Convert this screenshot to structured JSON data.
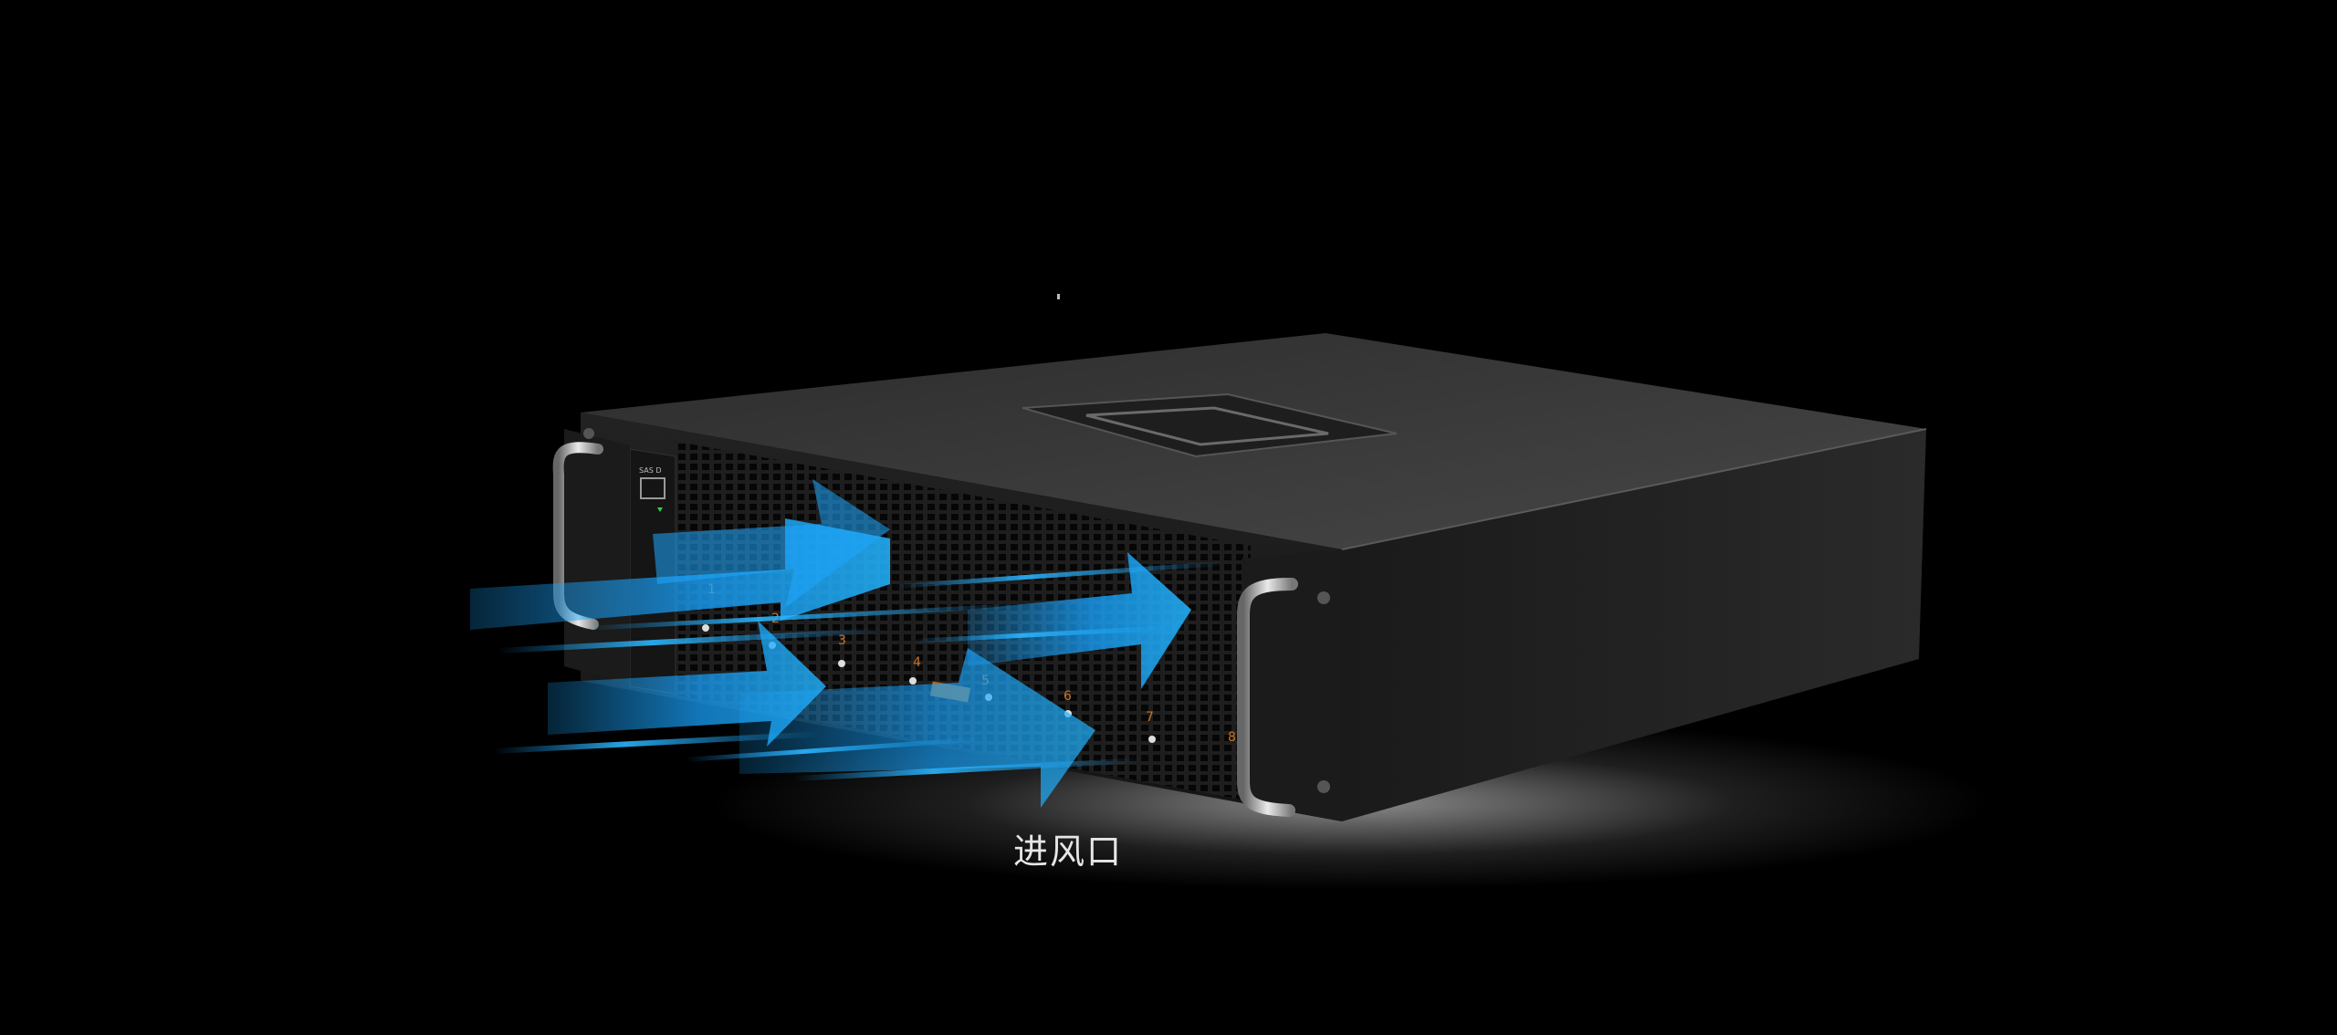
{
  "image": {
    "subject": "2U rack-mount server chassis, front view with airflow arrows",
    "caption": "进风口",
    "colors": {
      "background": "#000000",
      "chassis_top": "#3a3a3a",
      "chassis_front": "#1d1d1d",
      "airflow_arrow": "#1aa6ff",
      "bay_label": "#c8742a"
    },
    "front_panel": {
      "port_label": "SAS D",
      "bay_numbers": [
        "1",
        "2",
        "3",
        "4",
        "5",
        "6",
        "7",
        "8"
      ]
    }
  }
}
